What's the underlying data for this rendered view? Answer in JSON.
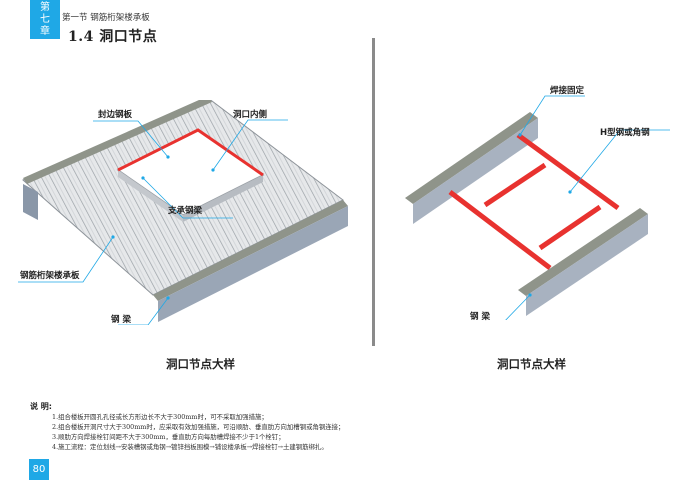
{
  "header": {
    "chapter_chars": [
      "第",
      "七",
      "章"
    ],
    "section": "第一节  钢筋桁架楼承板",
    "title": "1.4  洞口节点"
  },
  "colors": {
    "accent": "#1fa8e6",
    "highlight_red": "#e8322f",
    "callout_line": "#1fa8e6",
    "divider": "#8a8a8a"
  },
  "figures": {
    "left": {
      "callouts": {
        "edge_plate": "封边钢板",
        "opening_inner": "洞口内侧",
        "support_beam": "支承钢梁",
        "truss_deck": "钢筋桁架楼承板",
        "steel_beam": "钢  梁"
      },
      "caption": "洞口节点大样"
    },
    "right": {
      "callouts": {
        "welded": "焊接固定",
        "h_steel": "H型钢或角钢",
        "steel_beam": "钢  梁"
      },
      "caption": "洞口节点大样"
    }
  },
  "notes": {
    "title": "说  明:",
    "items": [
      "1.组合楼板开圆孔孔径或长方形边长不大于300mm时，可不采取加强措施；",
      "2.组合楼板开洞尺寸大于300mm时，应采取有效加强措施，可沿顺肋、垂直肋方向加槽钢或角钢连接；",
      "3.顺肋方向焊接栓钉间距不大于300mm，垂直肋方向每肋槽焊接不少于1个栓钉；",
      "4.施工流程：定位划线→安装槽钢或角钢→镀锌挡板围模→铺设楼承板→焊接栓钉→土建钢筋绑扎。"
    ]
  },
  "footer": {
    "page_number": "80"
  }
}
